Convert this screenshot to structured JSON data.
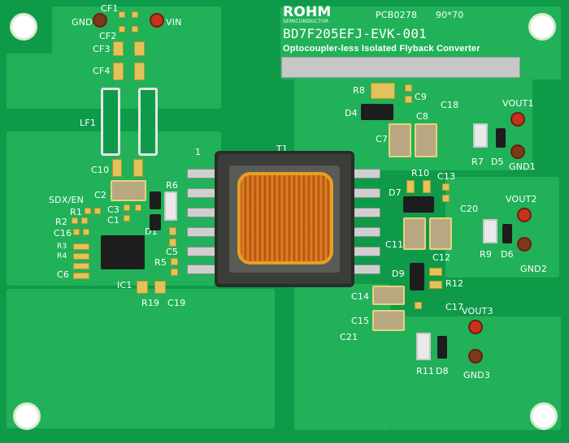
{
  "board": {
    "brand": "ROHM",
    "brand_sub": "SEMICONDUCTOR",
    "pcb_code": "PCB0278",
    "size": "90*70",
    "model": "BD7F205EFJ-EVK-001",
    "subtitle": "Optocoupler-less Isolated Flyback Converter"
  },
  "labels": {
    "cf1": "CF1",
    "cf2": "CF2",
    "cf3": "CF3",
    "cf4": "CF4",
    "gnd": "GND",
    "vin": "VIN",
    "lf1": "LF1",
    "c10": "C10",
    "c2": "C2",
    "c3": "C3",
    "c11a": "C1",
    "d1": "D1",
    "r6": "R6",
    "r5": "R5",
    "c5": "C5",
    "sdx": "SDX/EN",
    "r1": "R1",
    "r2": "R2",
    "c16": "C16",
    "r3": "R3",
    "r4": "R4",
    "c6": "C6",
    "ic1": "IC1",
    "r19": "R19",
    "c19": "C19",
    "pin1": "1",
    "t1": "T1",
    "r8": "R8",
    "c9": "C9",
    "d4": "D4",
    "c18": "C18",
    "c8": "C8",
    "c7": "C7",
    "vout1": "VOUT1",
    "r7": "R7",
    "d5": "D5",
    "gnd1": "GND1",
    "r10": "R10",
    "c13": "C13",
    "d7": "D7",
    "c20": "C20",
    "vout2": "VOUT2",
    "c11": "C11",
    "c12": "C12",
    "r9": "R9",
    "d6": "D6",
    "gnd2": "GND2",
    "d9": "D9",
    "r12": "R12",
    "c14": "C14",
    "c17": "C17",
    "c15": "C15",
    "c21": "C21",
    "vout3": "VOUT3",
    "r11": "R11",
    "d8": "D8",
    "gnd3": "GND3"
  }
}
